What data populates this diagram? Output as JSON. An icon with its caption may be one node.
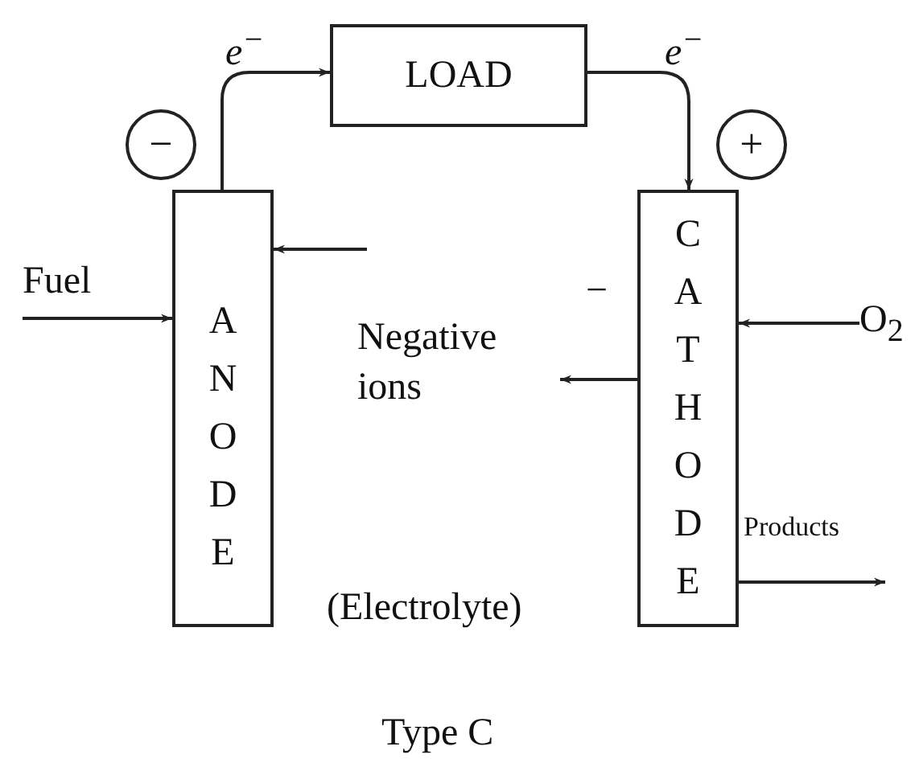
{
  "diagram": {
    "caption": "Type C",
    "nodes": [
      {
        "text": [
          "LOAD"
        ]
      },
      {
        "text": [
          "−"
        ]
      },
      {
        "text": [
          "A N O D E"
        ]
      },
      {
        "text": [
          "+"
        ]
      },
      {
        "text": [
          "C A T H O D E"
        ]
      },
      {
        "text": [
          "Fuel"
        ]
      },
      {
        "text": [
          "O$_{2}$"
        ]
      },
      {
        "text": [
          "Negative ions"
        ]
      }
    ],
    "edges": [
      {
        "from": 2,
        "to": 0,
        "arrow": "to",
        "label": "e$^{−}$"
      },
      {
        "from": 0,
        "to": 4,
        "arrow": "to",
        "label": "e$^{−}$"
      },
      {
        "from": 5,
        "to": 2,
        "arrow": "to"
      },
      {
        "from": null,
        "to": 2,
        "arrow": "to"
      },
      {
        "from": 6,
        "to": 4,
        "arrow": "to"
      },
      {
        "from": 4,
        "to": 7,
        "arrow": "to"
      },
      {
        "from": 4,
        "to": null,
        "arrow": "to",
        "label": "Products"
      }
    ],
    "labels": [
      "−",
      "(Electrolyte)"
    ]
  }
}
